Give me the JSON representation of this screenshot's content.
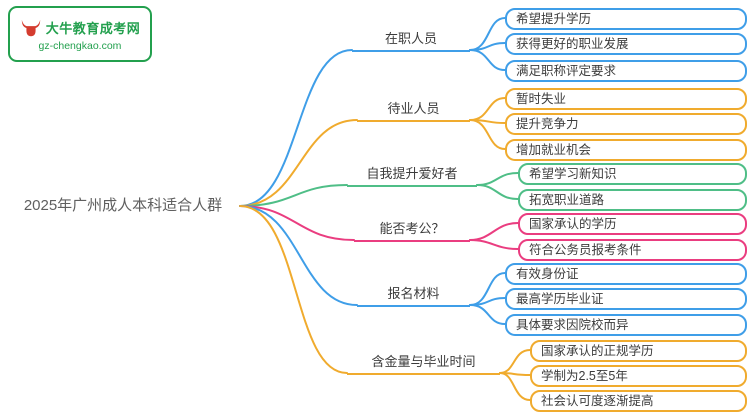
{
  "logo": {
    "name": "大牛教育成考网",
    "domain": "gz-chengkao.com"
  },
  "root": {
    "label": "2025年广州成人本科适合人群"
  },
  "colors": {
    "blue": "#3f9ee8",
    "yellow": "#f0ab2e",
    "green": "#4fbe87",
    "pink": "#ea3d80",
    "logo_green": "#23a04e",
    "logo_red": "#d43c2f"
  },
  "branches": [
    {
      "label": "在职人员",
      "color": "blue",
      "children": [
        "希望提升学历",
        "获得更好的职业发展",
        "满足职称评定要求"
      ]
    },
    {
      "label": "待业人员",
      "color": "yellow",
      "children": [
        "暂时失业",
        "提升竞争力",
        "增加就业机会"
      ]
    },
    {
      "label": "自我提升爱好者",
      "color": "green",
      "children": [
        "希望学习新知识",
        "拓宽职业道路"
      ]
    },
    {
      "label": "能否考公？",
      "color": "pink",
      "children": [
        "国家承认的学历",
        "符合公务员报考条件"
      ]
    },
    {
      "label": "报名材料",
      "color": "blue",
      "children": [
        "有效身份证",
        "最高学历毕业证",
        "具体要求因院校而异"
      ]
    },
    {
      "label": "含金量与毕业时间",
      "color": "yellow",
      "children": [
        "国家承认的正规学历",
        "学制为2.5至5年",
        "社会认可度逐渐提高"
      ]
    }
  ]
}
